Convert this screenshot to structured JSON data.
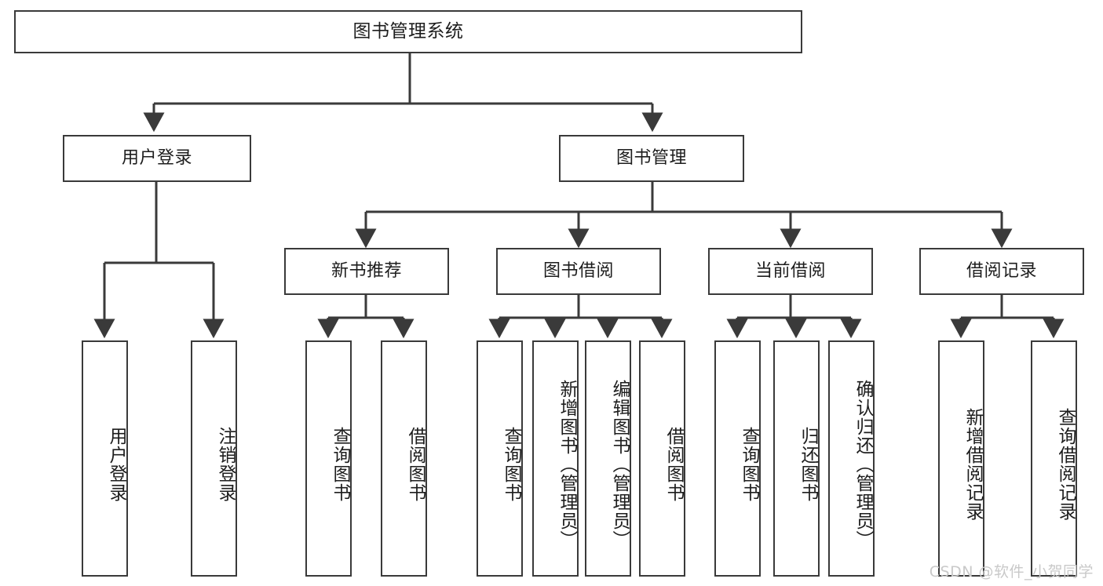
{
  "diagram": {
    "title": "图书管理系统",
    "type": "hierarchy-tree",
    "root": {
      "label": "图书管理系统"
    },
    "level2": [
      {
        "id": "user-login",
        "label": "用户登录"
      },
      {
        "id": "book-manage",
        "label": "图书管理"
      }
    ],
    "level3": [
      {
        "id": "new-book-recommend",
        "label": "新书推荐"
      },
      {
        "id": "book-borrow",
        "label": "图书借阅"
      },
      {
        "id": "current-borrow",
        "label": "当前借阅"
      },
      {
        "id": "borrow-record",
        "label": "借阅记录"
      }
    ],
    "leaves": [
      {
        "id": "leaf-user-login",
        "label": "用户登录",
        "parent": "user-login"
      },
      {
        "id": "leaf-logout",
        "label": "注销登录",
        "parent": "user-login"
      },
      {
        "id": "leaf-query-book-1",
        "label": "查询图书",
        "parent": "new-book-recommend"
      },
      {
        "id": "leaf-borrow-book-1",
        "label": "借阅图书",
        "parent": "new-book-recommend"
      },
      {
        "id": "leaf-query-book-2",
        "label": "查询图书",
        "parent": "book-borrow"
      },
      {
        "id": "leaf-add-book",
        "label": "新增图书（管理员）",
        "parent": "book-borrow"
      },
      {
        "id": "leaf-edit-book",
        "label": "编辑图书（管理员）",
        "parent": "book-borrow"
      },
      {
        "id": "leaf-borrow-book-2",
        "label": "借阅图书",
        "parent": "book-borrow"
      },
      {
        "id": "leaf-query-book-3",
        "label": "查询图书",
        "parent": "current-borrow"
      },
      {
        "id": "leaf-return-book",
        "label": "归还图书",
        "parent": "current-borrow"
      },
      {
        "id": "leaf-confirm-return",
        "label": "确认归还（管理员）",
        "parent": "current-borrow"
      },
      {
        "id": "leaf-add-record",
        "label": "新增借阅记录",
        "parent": "borrow-record"
      },
      {
        "id": "leaf-query-record",
        "label": "查询借阅记录",
        "parent": "borrow-record"
      }
    ],
    "colors": {
      "stroke": "#3a3a3a",
      "text": "#1d1d1d",
      "background": "#ffffff",
      "watermark": "#c9c9c9"
    }
  },
  "watermark": {
    "text": "CSDN @软件_小贺同学"
  }
}
